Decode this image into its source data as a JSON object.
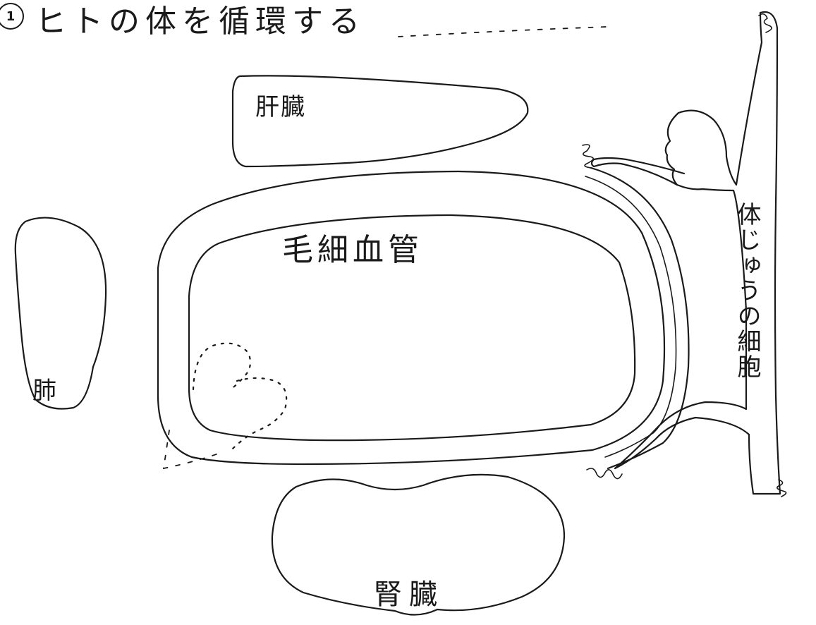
{
  "title": {
    "number": "1",
    "text": "ヒトの体を循環する"
  },
  "organs": {
    "liver": "肝臓",
    "lung": "肺",
    "kidney": "腎臓"
  },
  "capillary": "毛細血管",
  "body_cells": "体じゅうの細胞",
  "colors": {
    "ink": "#1a1a1a",
    "paper": "#ffffff"
  }
}
